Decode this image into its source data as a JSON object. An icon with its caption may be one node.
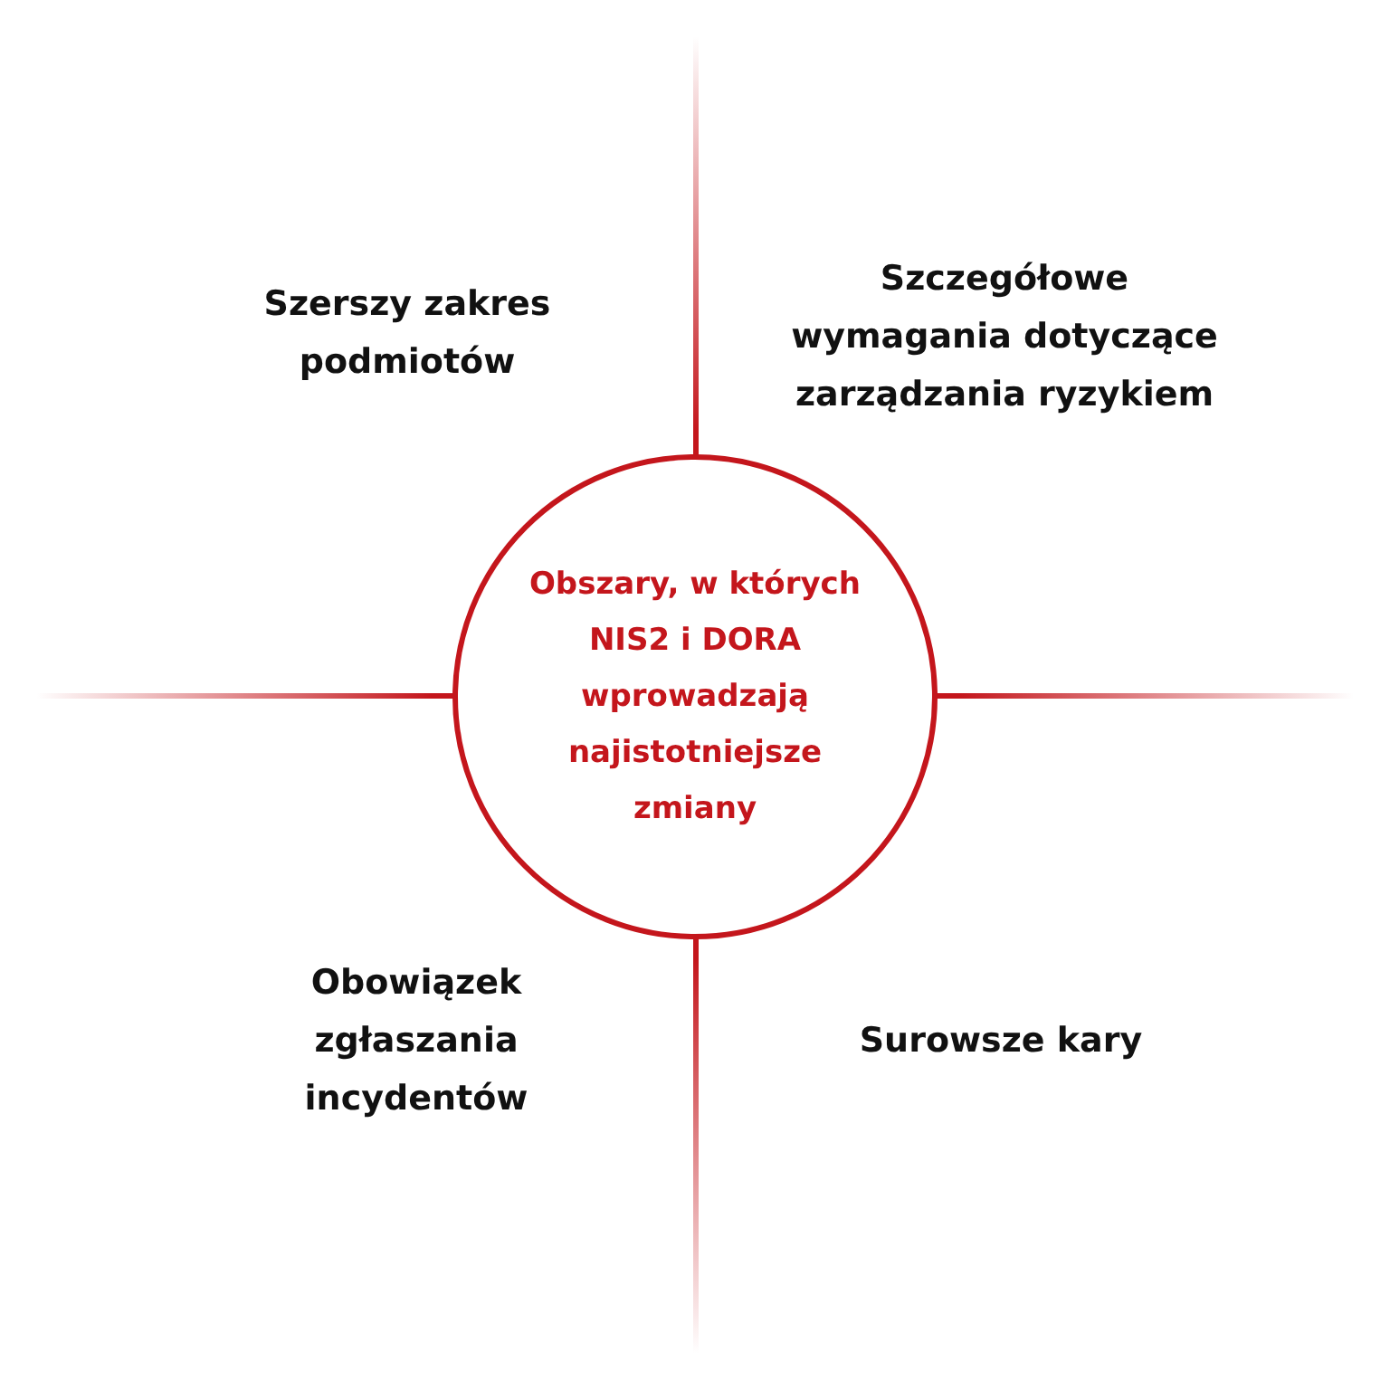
{
  "diagram": {
    "nodes": [
      {
        "text": [
          "Obszary, w których NIS2 i DORA wprowadzają najistotniejsze zmiany"
        ]
      }
    ],
    "labels": [
      "Szerszy zakres podmiotów",
      "Szczegółowe wymagania dotyczące zarządzania ryzykiem",
      "Obowiązek zgłaszania incydentów",
      "Surowsze kary"
    ]
  }
}
